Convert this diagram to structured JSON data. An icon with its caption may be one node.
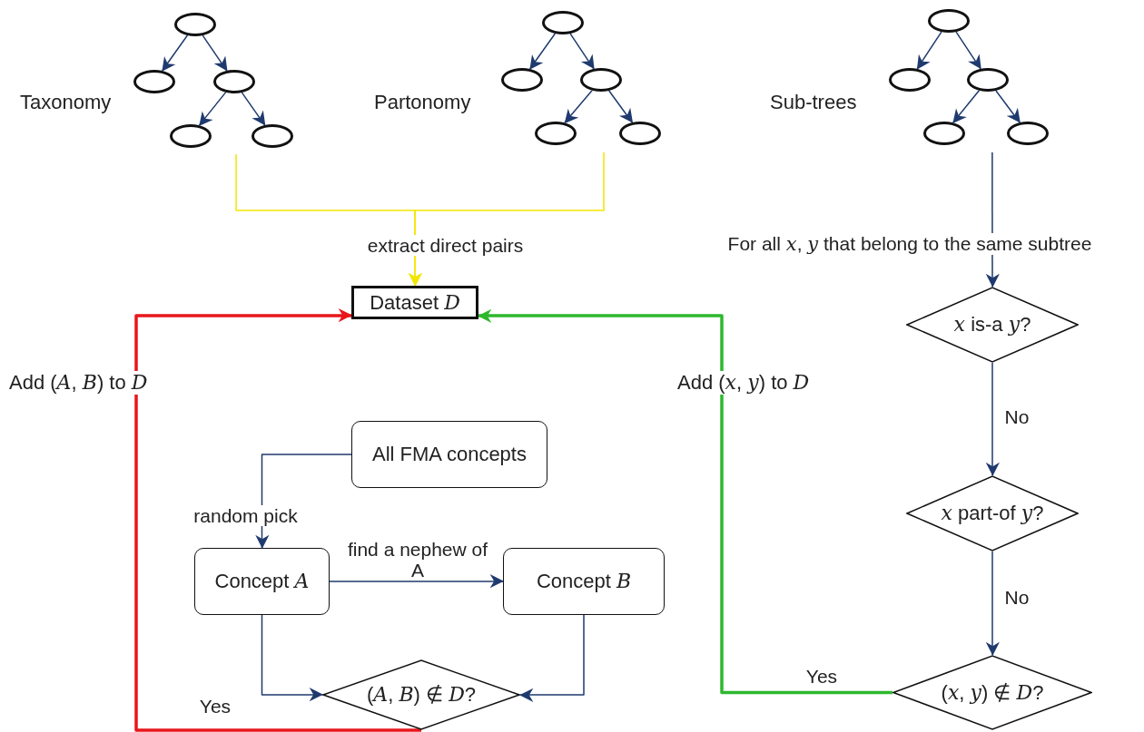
{
  "diagram": {
    "nodes": [
      {
        "text": [
          "Taxonomy"
        ]
      },
      {
        "text": [],
        "shape": "ellipse",
        "in": 0
      },
      {
        "text": [],
        "shape": "ellipse",
        "in": 0
      },
      {
        "text": [],
        "shape": "ellipse",
        "in": 0
      },
      {
        "text": [],
        "shape": "ellipse",
        "in": 0
      },
      {
        "text": [],
        "shape": "ellipse",
        "in": 0
      },
      {
        "text": [
          "Partonomy"
        ]
      },
      {
        "text": [],
        "shape": "ellipse",
        "in": 6
      },
      {
        "text": [],
        "shape": "ellipse",
        "in": 6
      },
      {
        "text": [],
        "shape": "ellipse",
        "in": 6
      },
      {
        "text": [],
        "shape": "ellipse",
        "in": 6
      },
      {
        "text": [],
        "shape": "ellipse",
        "in": 6
      },
      {
        "text": [
          "Sub-trees"
        ]
      },
      {
        "text": [],
        "shape": "ellipse",
        "in": 12
      },
      {
        "text": [],
        "shape": "ellipse",
        "in": 12
      },
      {
        "text": [],
        "shape": "ellipse",
        "in": 12
      },
      {
        "text": [],
        "shape": "ellipse",
        "in": 12
      },
      {
        "text": [],
        "shape": "ellipse",
        "in": 12
      },
      {
        "text": [
          "Dataset *D*"
        ]
      },
      {
        "text": [
          "All FMA concepts"
        ]
      },
      {
        "text": [
          "Concept *A*"
        ]
      },
      {
        "text": [
          "Concept *B*"
        ]
      },
      {
        "text": [
          "(*A*, *B*) ∉ *D*?"
        ]
      },
      {
        "text": [
          "*x* is-a *y*?"
        ]
      },
      {
        "text": [
          "*x* part-of *y*?"
        ]
      },
      {
        "text": [
          "(*x*, *y*) ∉ *D*?"
        ]
      }
    ],
    "edges": [
      {
        "from": 1,
        "to": 2,
        "arrow": "to"
      },
      {
        "from": 1,
        "to": 3,
        "arrow": "to"
      },
      {
        "from": 3,
        "to": 4,
        "arrow": "to"
      },
      {
        "from": 3,
        "to": 5,
        "arrow": "to"
      },
      {
        "from": 7,
        "to": 8,
        "arrow": "to"
      },
      {
        "from": 7,
        "to": 9,
        "arrow": "to"
      },
      {
        "from": 9,
        "to": 10,
        "arrow": "to"
      },
      {
        "from": 9,
        "to": 11,
        "arrow": "to"
      },
      {
        "from": 13,
        "to": 14,
        "arrow": "to"
      },
      {
        "from": 13,
        "to": 15,
        "arrow": "to"
      },
      {
        "from": 15,
        "to": 16,
        "arrow": "to"
      },
      {
        "from": 15,
        "to": 17,
        "arrow": "to"
      },
      {
        "from": 0,
        "to": 18,
        "arrow": "to",
        "label": "extract direct pairs",
        "color": "#f2e600"
      },
      {
        "from": 6,
        "to": 18,
        "arrow": "to",
        "color": "#f2e600"
      },
      {
        "from": 12,
        "to": 23,
        "arrow": "to",
        "label": "For all *x*, *y* that belong to the same subtree"
      },
      {
        "from": 23,
        "to": 24,
        "arrow": "to",
        "label": "No"
      },
      {
        "from": 24,
        "to": 25,
        "arrow": "to",
        "label": "No"
      },
      {
        "from": 25,
        "to": 18,
        "arrow": "to",
        "label": "Yes",
        "style": "thick",
        "color": "#2eb82e"
      },
      {
        "from": 19,
        "to": 20,
        "arrow": "to",
        "label": "random pick"
      },
      {
        "from": 20,
        "to": 21,
        "arrow": "to",
        "label": "find a nephew of A"
      },
      {
        "from": 20,
        "to": 22,
        "arrow": "to"
      },
      {
        "from": 21,
        "to": 22,
        "arrow": "to"
      },
      {
        "from": 22,
        "to": 18,
        "arrow": "to",
        "label": "Yes",
        "style": "thick",
        "color": "#e8161b"
      }
    ],
    "labels": [
      "Add (*A*, *B*) to *D*",
      "Add (*x*, *y*) to *D*"
    ]
  }
}
